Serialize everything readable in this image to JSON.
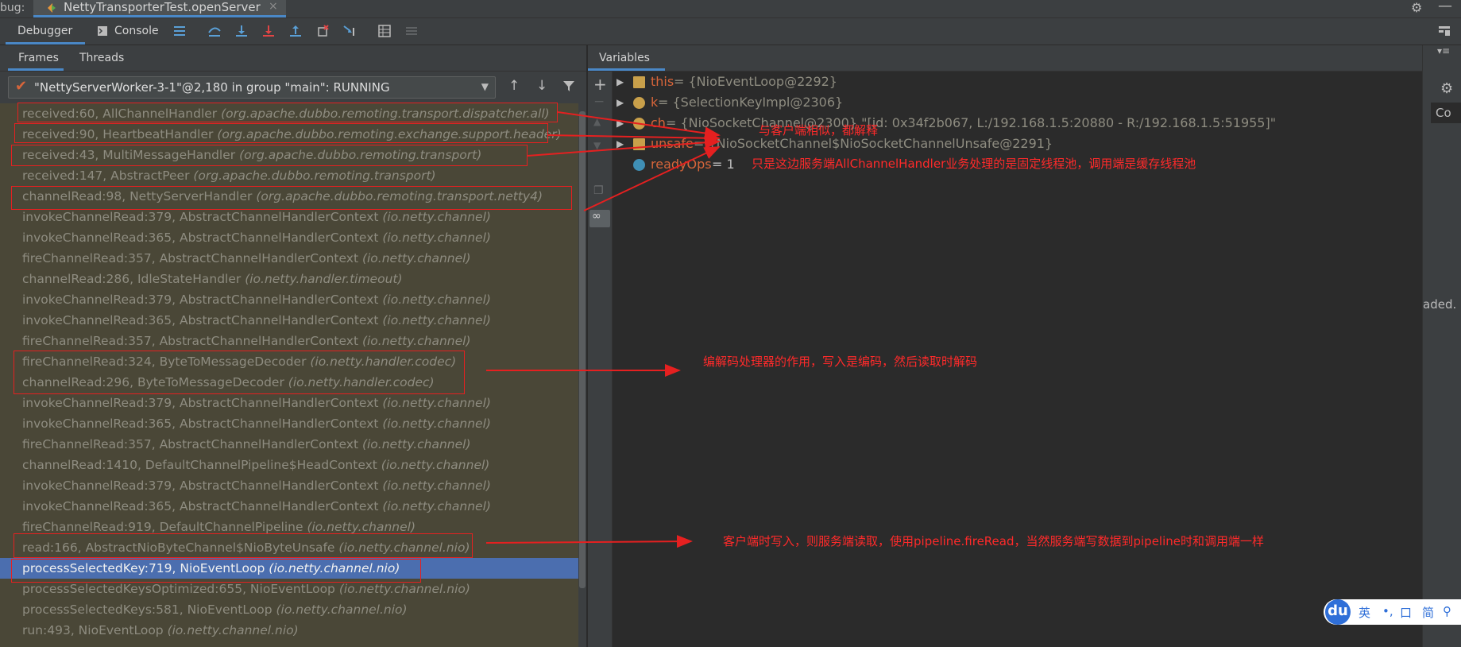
{
  "topbar": {
    "label": "bug:",
    "tab_title": "NettyTransporterTest.openServer",
    "close": "×"
  },
  "toolbar": {
    "debugger": "Debugger",
    "console": "Console"
  },
  "frames_panel": {
    "tabs": [
      "Frames",
      "Threads"
    ],
    "thread": "\"NettyServerWorker-3-1\"@2,180 in group \"main\": RUNNING",
    "frames": [
      {
        "method": "received:60, AllChannelHandler ",
        "pkg": "(org.apache.dubbo.remoting.transport.dispatcher.all)"
      },
      {
        "method": "received:90, HeartbeatHandler ",
        "pkg": "(org.apache.dubbo.remoting.exchange.support.header)"
      },
      {
        "method": "received:43, MultiMessageHandler ",
        "pkg": "(org.apache.dubbo.remoting.transport)"
      },
      {
        "method": "received:147, AbstractPeer ",
        "pkg": "(org.apache.dubbo.remoting.transport)"
      },
      {
        "method": "channelRead:98, NettyServerHandler ",
        "pkg": "(org.apache.dubbo.remoting.transport.netty4)"
      },
      {
        "method": "invokeChannelRead:379, AbstractChannelHandlerContext ",
        "pkg": "(io.netty.channel)"
      },
      {
        "method": "invokeChannelRead:365, AbstractChannelHandlerContext ",
        "pkg": "(io.netty.channel)"
      },
      {
        "method": "fireChannelRead:357, AbstractChannelHandlerContext ",
        "pkg": "(io.netty.channel)"
      },
      {
        "method": "channelRead:286, IdleStateHandler ",
        "pkg": "(io.netty.handler.timeout)"
      },
      {
        "method": "invokeChannelRead:379, AbstractChannelHandlerContext ",
        "pkg": "(io.netty.channel)"
      },
      {
        "method": "invokeChannelRead:365, AbstractChannelHandlerContext ",
        "pkg": "(io.netty.channel)"
      },
      {
        "method": "fireChannelRead:357, AbstractChannelHandlerContext ",
        "pkg": "(io.netty.channel)"
      },
      {
        "method": "fireChannelRead:324, ByteToMessageDecoder ",
        "pkg": "(io.netty.handler.codec)"
      },
      {
        "method": "channelRead:296, ByteToMessageDecoder ",
        "pkg": "(io.netty.handler.codec)"
      },
      {
        "method": "invokeChannelRead:379, AbstractChannelHandlerContext ",
        "pkg": "(io.netty.channel)"
      },
      {
        "method": "invokeChannelRead:365, AbstractChannelHandlerContext ",
        "pkg": "(io.netty.channel)"
      },
      {
        "method": "fireChannelRead:357, AbstractChannelHandlerContext ",
        "pkg": "(io.netty.channel)"
      },
      {
        "method": "channelRead:1410, DefaultChannelPipeline$HeadContext ",
        "pkg": "(io.netty.channel)"
      },
      {
        "method": "invokeChannelRead:379, AbstractChannelHandlerContext ",
        "pkg": "(io.netty.channel)"
      },
      {
        "method": "invokeChannelRead:365, AbstractChannelHandlerContext ",
        "pkg": "(io.netty.channel)"
      },
      {
        "method": "fireChannelRead:919, DefaultChannelPipeline ",
        "pkg": "(io.netty.channel)"
      },
      {
        "method": "read:166, AbstractNioByteChannel$NioByteUnsafe ",
        "pkg": "(io.netty.channel.nio)"
      },
      {
        "method": "processSelectedKey:719, NioEventLoop ",
        "pkg": "(io.netty.channel.nio)"
      },
      {
        "method": "processSelectedKeysOptimized:655, NioEventLoop ",
        "pkg": "(io.netty.channel.nio)"
      },
      {
        "method": "processSelectedKeys:581, NioEventLoop ",
        "pkg": "(io.netty.channel.nio)"
      },
      {
        "method": "run:493, NioEventLoop ",
        "pkg": "(io.netty.channel.nio)"
      }
    ],
    "selected_index": 22
  },
  "variables_panel": {
    "tab": "Variables",
    "vars": [
      {
        "name": "this",
        "value": " = {NioEventLoop@2292}",
        "icon_color": "#c9a04a",
        "expandable": true
      },
      {
        "name": "k",
        "value": " = {SelectionKeyImpl@2306}",
        "icon_color": "#c9a04a",
        "expandable": true
      },
      {
        "name": "ch",
        "value": " = {NioSocketChannel@2300} \"[id: 0x34f2b067, L:/192.168.1.5:20880 - R:/192.168.1.5:51955]\"",
        "icon_color": "#c9a04a",
        "expandable": true
      },
      {
        "name": "unsafe",
        "value": " = {NioSocketChannel$NioSocketChannelUnsafe@2291}",
        "icon_color": "#c9a04a",
        "expandable": true
      },
      {
        "name": "readyOps",
        "value": " = 1",
        "icon_color": "#3f8fb5",
        "expandable": false
      }
    ]
  },
  "right_strip": {
    "text1": "Co",
    "text2": "aded."
  },
  "annotations": {
    "a1": "与客户端相似，都解释",
    "a2": "只是这边服务端AllChannelHandler业务处理的是固定线程池，调用端是缓存线程池",
    "a3": "编解码处理器的作用，写入是编码，然后读取时解码",
    "a4": "客户端时写入，则服务端读取，使用pipeline.fireRead，当然服务端写数据到pipeline时和调用端一样"
  },
  "ime": {
    "logo": "du",
    "items": [
      "英",
      "•,",
      "口",
      "简",
      "⚲"
    ]
  },
  "colors": {
    "accent": "#4a88c7",
    "selection": "#4b6eaf",
    "annotation": "#ff2a2a",
    "var_name": "#d7653a"
  }
}
